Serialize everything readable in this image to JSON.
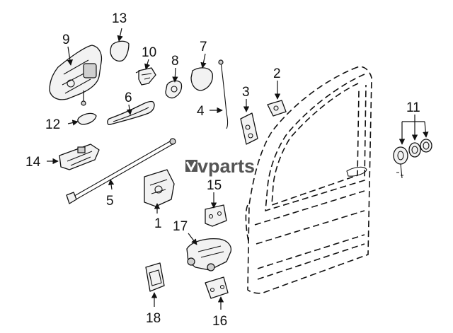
{
  "watermark": {
    "brand": "vparts"
  },
  "callouts": {
    "c1": "1",
    "c2": "2",
    "c3": "3",
    "c4": "4",
    "c5": "5",
    "c6": "6",
    "c7": "7",
    "c8": "8",
    "c9": "9",
    "c10": "10",
    "c11": "11",
    "c12": "12",
    "c13": "13",
    "c14": "14",
    "c15": "15",
    "c16": "16",
    "c17": "17",
    "c18": "18"
  }
}
